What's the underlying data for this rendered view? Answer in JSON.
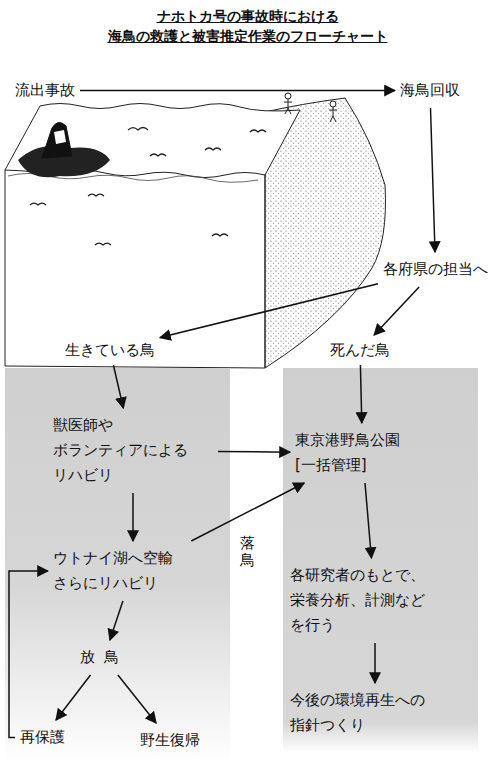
{
  "diagram": {
    "title": "ナホトカ号の事故時における 海鳥の救護と被害推定作業のフローチャート",
    "nodes": [
      {
        "text": [
          "流出事故"
        ]
      },
      {
        "text": [
          "海鳥回収"
        ]
      },
      {
        "text": [
          "各府県の担当へ"
        ]
      },
      {
        "text": [
          "生きている鳥"
        ]
      },
      {
        "text": [
          "獣医師や ボランティアによる リハビリ"
        ],
        "in": 3
      },
      {
        "text": [
          "ウトナイ湖へ空輸 さらにリハビリ"
        ],
        "in": 3
      },
      {
        "text": [
          "放鳥"
        ],
        "in": 3
      },
      {
        "text": [
          "再保護"
        ],
        "in": 3
      },
      {
        "text": [
          "野生復帰"
        ],
        "in": 3
      },
      {
        "text": [
          "死んだ鳥"
        ]
      },
      {
        "text": [
          "東京港野鳥公園 [一括管理]"
        ],
        "in": 9
      },
      {
        "text": [
          "各研究者のもとで、 栄養分析、計測など を行う"
        ],
        "in": 9
      },
      {
        "text": [
          "今後の環境再生への 指針つくり"
        ],
        "in": 9
      }
    ],
    "edges": [
      {
        "from": 0,
        "to": 1,
        "arrow": "to"
      },
      {
        "from": 1,
        "to": 2,
        "arrow": "to"
      },
      {
        "from": 2,
        "to": 3,
        "arrow": "to"
      },
      {
        "from": 2,
        "to": 9,
        "arrow": "to"
      },
      {
        "from": 3,
        "to": 4,
        "arrow": "to"
      },
      {
        "from": 4,
        "to": 5,
        "arrow": "to"
      },
      {
        "from": 5,
        "to": 6,
        "arrow": "to"
      },
      {
        "from": 6,
        "to": 7,
        "arrow": "to"
      },
      {
        "from": 6,
        "to": 8,
        "arrow": "to"
      },
      {
        "from": 7,
        "to": 5,
        "arrow": "to"
      },
      {
        "from": 4,
        "to": 10,
        "arrow": "to"
      },
      {
        "from": 5,
        "to": 10,
        "label": "落鳥",
        "arrow": "to"
      },
      {
        "from": 9,
        "to": 10,
        "arrow": "to"
      },
      {
        "from": 10,
        "to": 11,
        "arrow": "to"
      },
      {
        "from": 11,
        "to": 12,
        "arrow": "to"
      }
    ]
  }
}
